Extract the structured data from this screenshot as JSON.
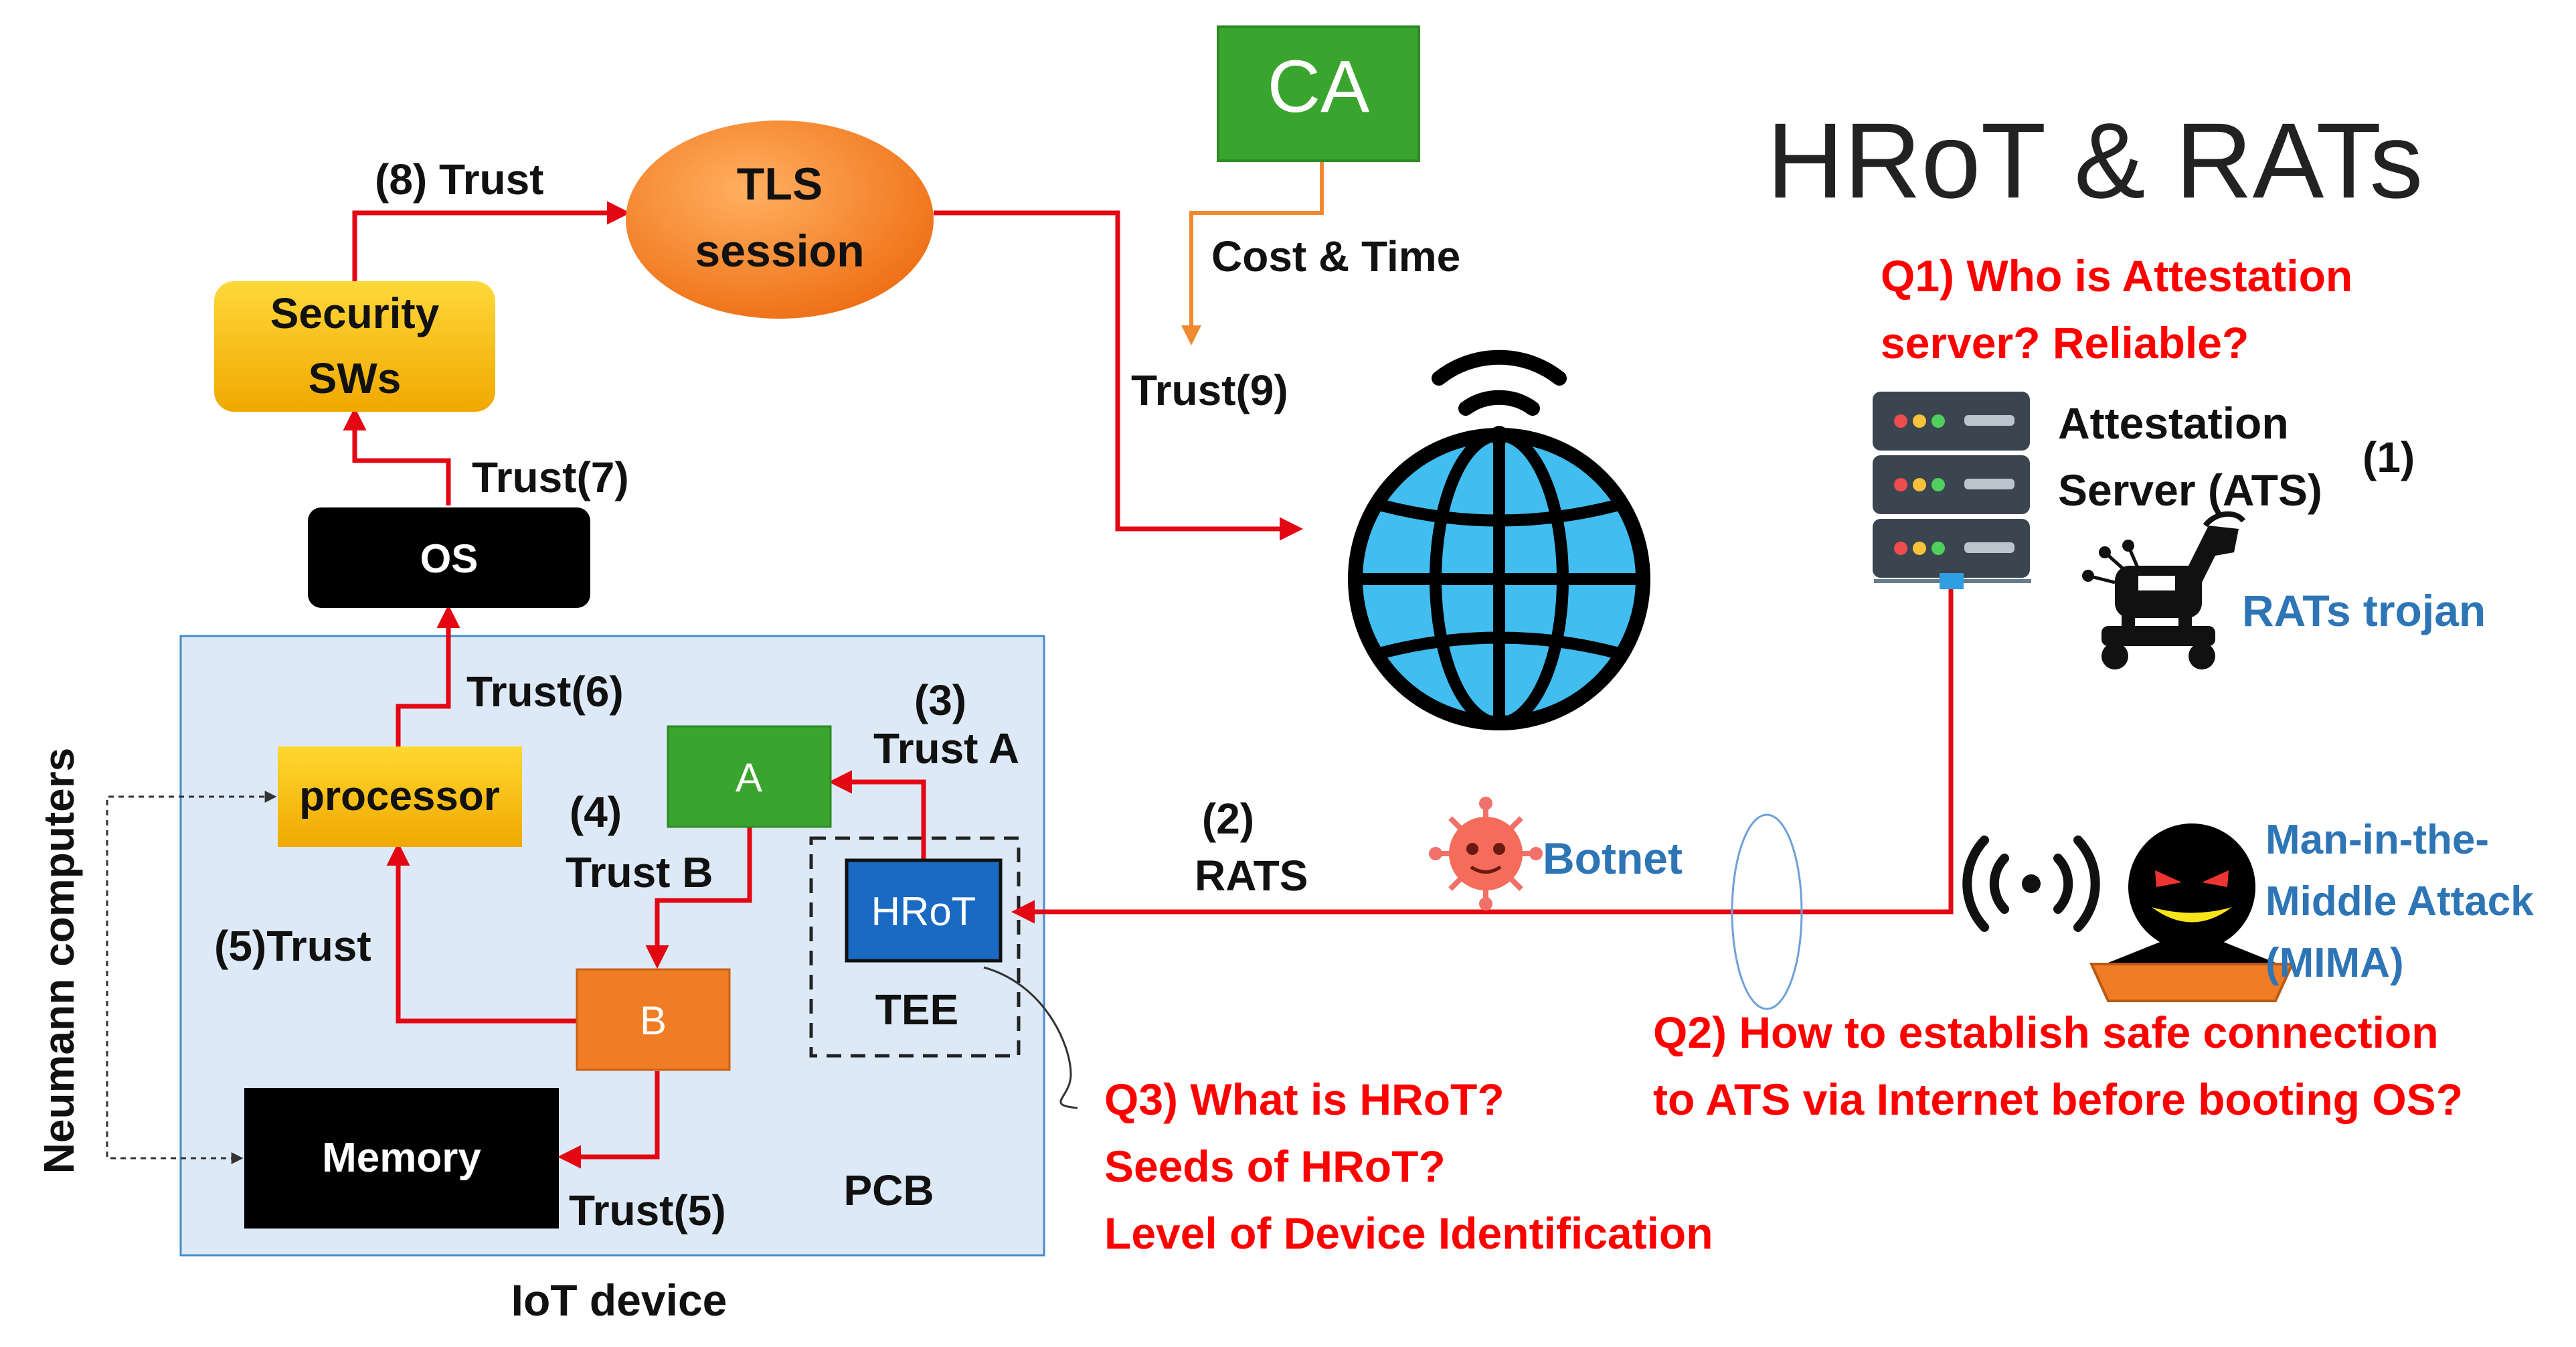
{
  "title": "HRoT & RATs",
  "labels": {
    "ca": "CA",
    "tls_line1": "TLS",
    "tls_line2": "session",
    "security_line1": "Security",
    "security_line2": "SWs",
    "os": "OS",
    "processor": "processor",
    "a": "A",
    "b": "B",
    "hrot": "HRoT",
    "tee": "TEE",
    "memory": "Memory",
    "pcb": "PCB",
    "iot_device": "IoT device",
    "neumann": "Neumann computers",
    "trust8": "(8) Trust",
    "trust9": "Trust(9)",
    "cost_time": "Cost & Time",
    "trust7": "Trust(7)",
    "trust6": "Trust(6)",
    "trust3_num": "(3)",
    "trust3_label": "Trust A",
    "trust4_num": "(4)",
    "trust4_label": "Trust B",
    "trust5_left": "(5)Trust",
    "trust5_bottom": "Trust(5)",
    "rats_num": "(2)",
    "rats_label": "RATS",
    "botnet": "Botnet",
    "ats_line1": "Attestation",
    "ats_line2": "Server (ATS)",
    "ats_num": "(1)",
    "rats_trojan": "RATs trojan",
    "mitm_line1": "Man-in-the-",
    "mitm_line2": "Middle Attack",
    "mitm_line3": "(MIMA)"
  },
  "questions": {
    "q1_line1": "Q1) Who is Attestation",
    "q1_line2": "server? Reliable?",
    "q2_line1": "Q2) How to establish safe connection",
    "q2_line2": "to ATS via Internet before booting OS?",
    "q3_line1": "Q3) What is HRoT?",
    "q3_line2": "Seeds of HRoT?",
    "q3_line3": "Level of Device Identification"
  },
  "colors": {
    "arrow_red": "#e30613",
    "question_red": "#ff0000",
    "arrow_orange": "#f08a30",
    "blue_text": "#2e75b6",
    "ca_green": "#3aa52e",
    "a_green": "#3aa52e",
    "b_orange": "#f07d25",
    "hrot_blue": "#1a6ac4",
    "pcb_fill": "#dde9f6",
    "pcb_border": "#4a8bc9",
    "globe_blue": "#41bdf0"
  },
  "icons": {
    "globe": "globe-icon",
    "wifi": "wifi-icon",
    "server": "server-icon",
    "trojan": "trojan-horse-icon",
    "virus": "virus-icon",
    "hacker": "hacker-icon",
    "signal": "signal-icon"
  }
}
